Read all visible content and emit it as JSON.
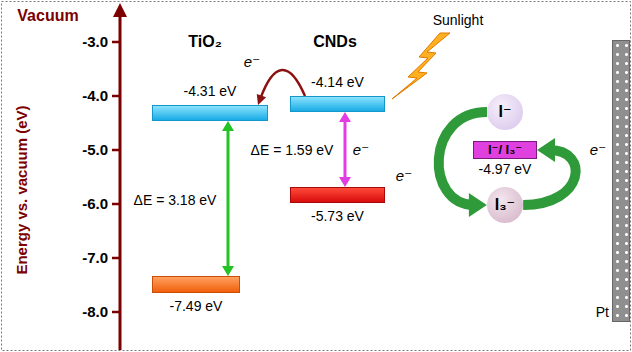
{
  "diagram": {
    "nodes": [
      {
        "text": [
          "-4.31 eV"
        ]
      },
      {
        "text": [
          "-7.49 eV"
        ]
      },
      {
        "text": [
          "-4.14 eV"
        ]
      },
      {
        "text": [
          "-5.73 eV"
        ]
      },
      {
        "text": [
          "I⁻"
        ]
      },
      {
        "text": [
          "I⁻/ I₃⁻",
          "-4.97 eV"
        ]
      },
      {
        "text": [
          "I₃⁻"
        ]
      },
      {
        "text": [
          "Pt"
        ]
      }
    ],
    "edges": [
      {
        "from": 2,
        "to": 0,
        "arrow": "to",
        "label": "e⁻"
      },
      {
        "from": 0,
        "to": 1,
        "arrow": "both",
        "label": "ΔE = 3.18 eV"
      },
      {
        "from": 2,
        "to": 3,
        "arrow": "both",
        "label": "ΔE = 1.59 eV"
      },
      {
        "from": 4,
        "to": 6,
        "arrow": "to"
      },
      {
        "from": 6,
        "to": 5,
        "arrow": "to"
      }
    ],
    "labels": [
      "Vacuum",
      "Energy vs. vacuum (eV)",
      "-3.0",
      "-4.0",
      "-5.0",
      "-6.0",
      "-7.0",
      "-8.0",
      "TiO₂",
      "CNDs",
      "Sunlight",
      "e⁻",
      "e⁻",
      "e⁻"
    ]
  }
}
